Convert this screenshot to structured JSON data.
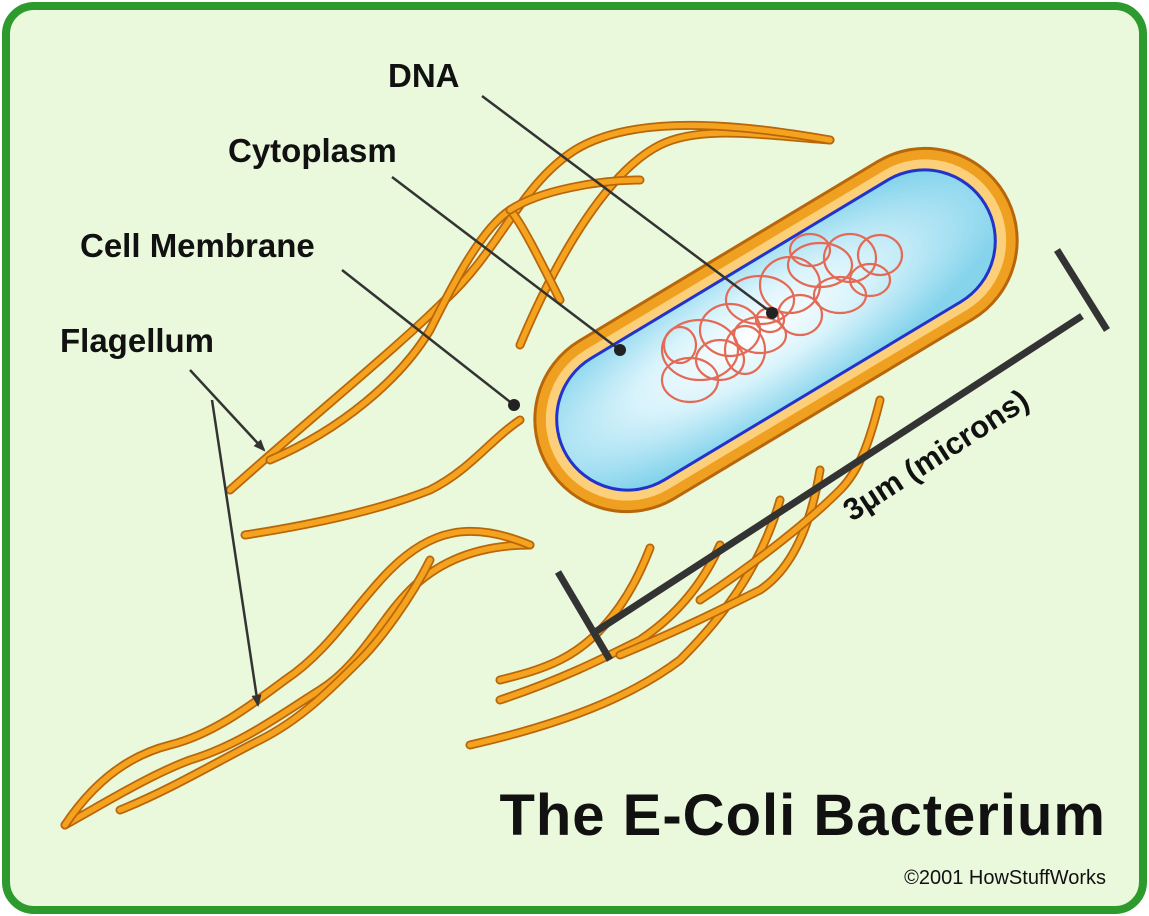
{
  "labels": {
    "dna": "DNA",
    "cytoplasm": "Cytoplasm",
    "cell_membrane": "Cell Membrane",
    "flagellum": "Flagellum"
  },
  "scale": {
    "text": "3μm (microns)"
  },
  "title": "The E-Coli Bacterium",
  "credit": "©2001 HowStuffWorks",
  "colors": {
    "background": "#eaf8dc",
    "border": "#2c9a2c",
    "flagellum": "#f5a21e",
    "membrane": "#f0a020",
    "cytoplasm": "#bdeaf7",
    "inner_membrane": "#2233cc",
    "dna": "#e36a55"
  },
  "icons": [
    "bacterium-body-icon",
    "flagellum-icon",
    "dna-coil-icon",
    "scale-bar-icon"
  ]
}
